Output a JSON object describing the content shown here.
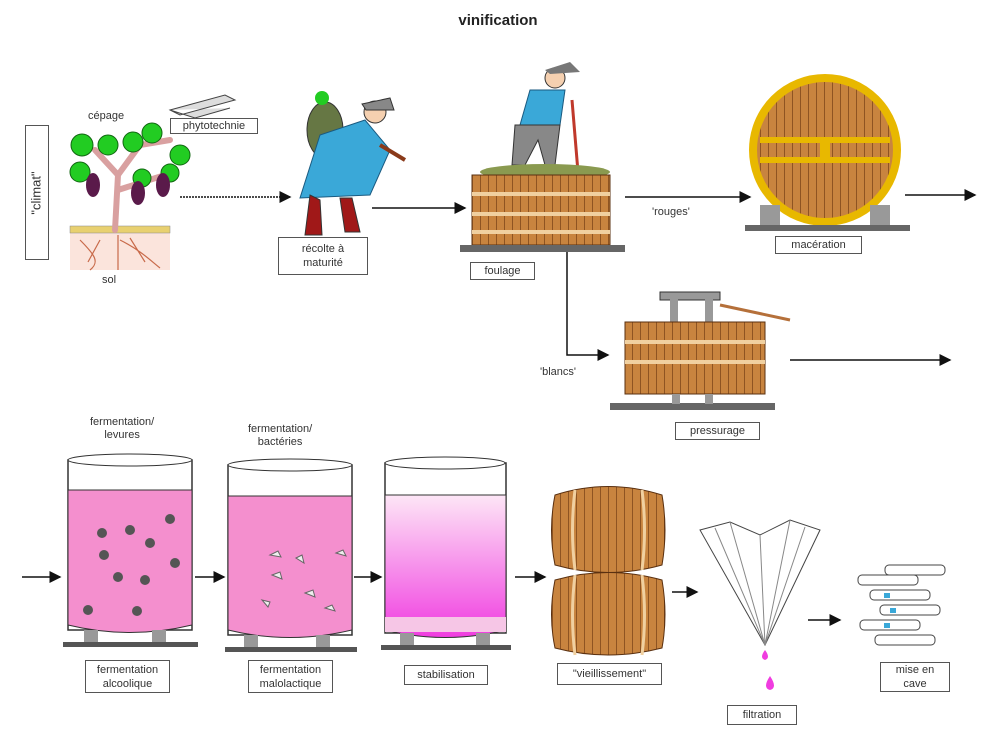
{
  "title": "vinification",
  "labels": {
    "climat": "\"climat\"",
    "cepage": "cépage",
    "phytotechnie": "phytotechnie",
    "sol": "sol",
    "recolte_line1": "récolte à",
    "recolte_line2": "maturité",
    "foulage": "foulage",
    "rouges": "'rouges'",
    "maceration": "macération",
    "blancs": "'blancs'",
    "pressurage": "pressurage",
    "levures_line1": "fermentation/",
    "levures_line2": "levures",
    "bacteries_line1": "fermentation/",
    "bacteries_line2": "bactéries",
    "alcoolique_line1": "fermentation",
    "alcoolique_line2": "alcoolique",
    "malolactique_line1": "fermentation",
    "malolactique_line2": "malolactique",
    "stabilisation": "stabilisation",
    "vieillissement": "\"vieillissement\"",
    "filtration": "filtration",
    "mise_line1": "mise en",
    "mise_line2": "cave"
  },
  "colors": {
    "wine_pink": "#f48fce",
    "magenta": "#f03ce0",
    "leaf": "#22cc22",
    "grape": "#5a1a4a",
    "wood": "#b5703a",
    "gold": "#e8b800",
    "blue_coat": "#3aa8d8"
  }
}
